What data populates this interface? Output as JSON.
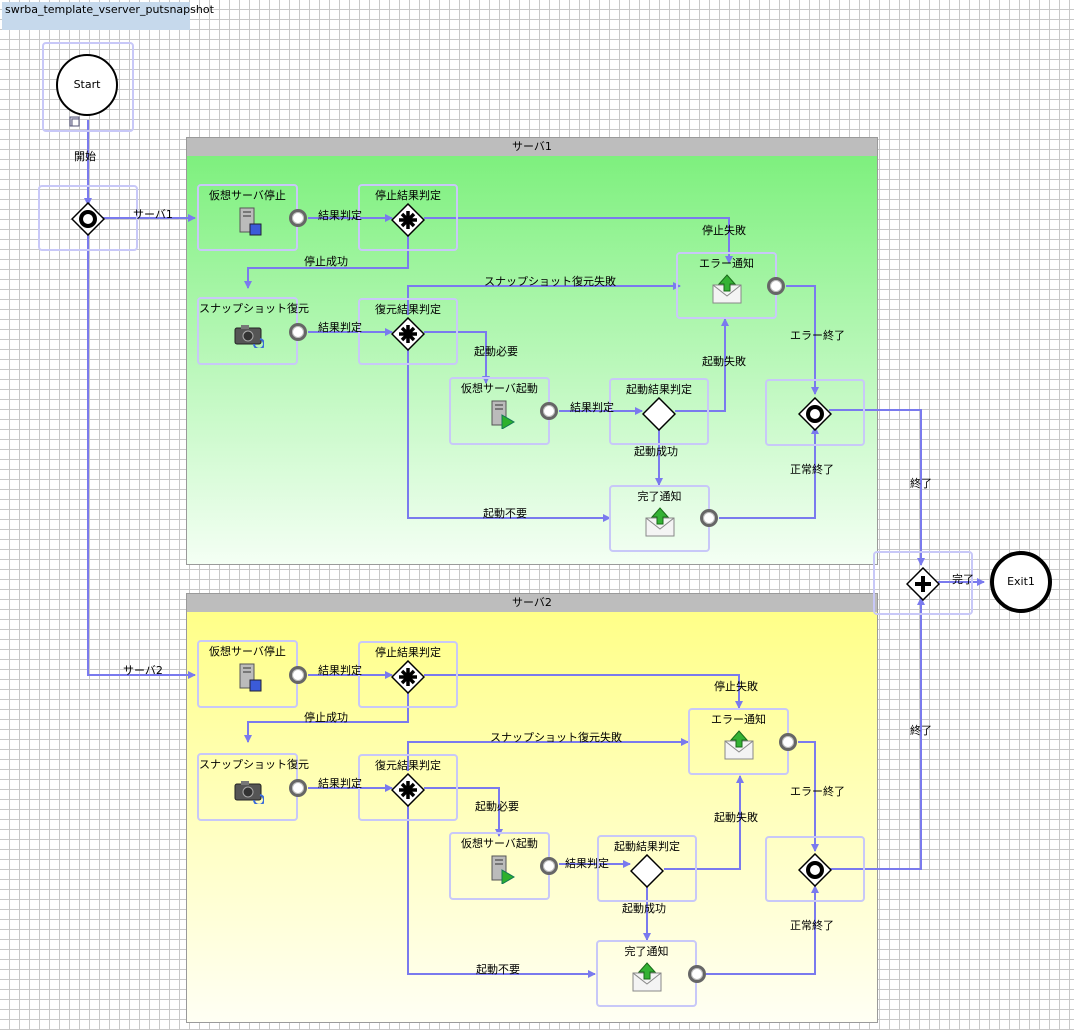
{
  "diagram_title": "swrba_template_vserver_putsnapshot",
  "start_label": "Start",
  "exit_label": "Exit1",
  "lanes": [
    {
      "name": "サーバ1",
      "tasks": {
        "stop_vm": "仮想サーバ停止",
        "stop_judge": "停止結果判定",
        "restore": "スナップショット復元",
        "restore_judge": "復元結果判定",
        "start_vm": "仮想サーバ起動",
        "start_judge": "起動結果判定",
        "error_notify": "エラー通知",
        "done_notify": "完了通知"
      },
      "flows": {
        "result1": "結果判定",
        "stop_fail": "停止失敗",
        "stop_ok": "停止成功",
        "snap_fail": "スナップショット復元失敗",
        "result2": "結果判定",
        "need_start": "起動必要",
        "start_fail": "起動失敗",
        "result3": "結果判定",
        "error_end": "エラー終了",
        "start_ok": "起動成功",
        "normal_end": "正常終了",
        "no_start": "起動不要"
      }
    },
    {
      "name": "サーバ2",
      "tasks": {
        "stop_vm": "仮想サーバ停止",
        "stop_judge": "停止結果判定",
        "restore": "スナップショット復元",
        "restore_judge": "復元結果判定",
        "start_vm": "仮想サーバ起動",
        "start_judge": "起動結果判定",
        "error_notify": "エラー通知",
        "done_notify": "完了通知"
      },
      "flows": {
        "result1": "結果判定",
        "stop_fail": "停止失敗",
        "stop_ok": "停止成功",
        "snap_fail": "スナップショット復元失敗",
        "result2": "結果判定",
        "need_start": "起動必要",
        "start_fail": "起動失敗",
        "result3": "結果判定",
        "error_end": "エラー終了",
        "start_ok": "起動成功",
        "normal_end": "正常終了",
        "no_start": "起動不要"
      }
    }
  ],
  "main_flows": {
    "begin": "開始",
    "to_server1": "サーバ1",
    "to_server2": "サーバ2",
    "end1": "終了",
    "end2": "終了",
    "complete": "完了"
  },
  "colors": {
    "flow": "#7a7aee",
    "node_border": "#c8c8f8",
    "lane1_top": "#7ef07e",
    "lane2_top": "#ffff88"
  }
}
